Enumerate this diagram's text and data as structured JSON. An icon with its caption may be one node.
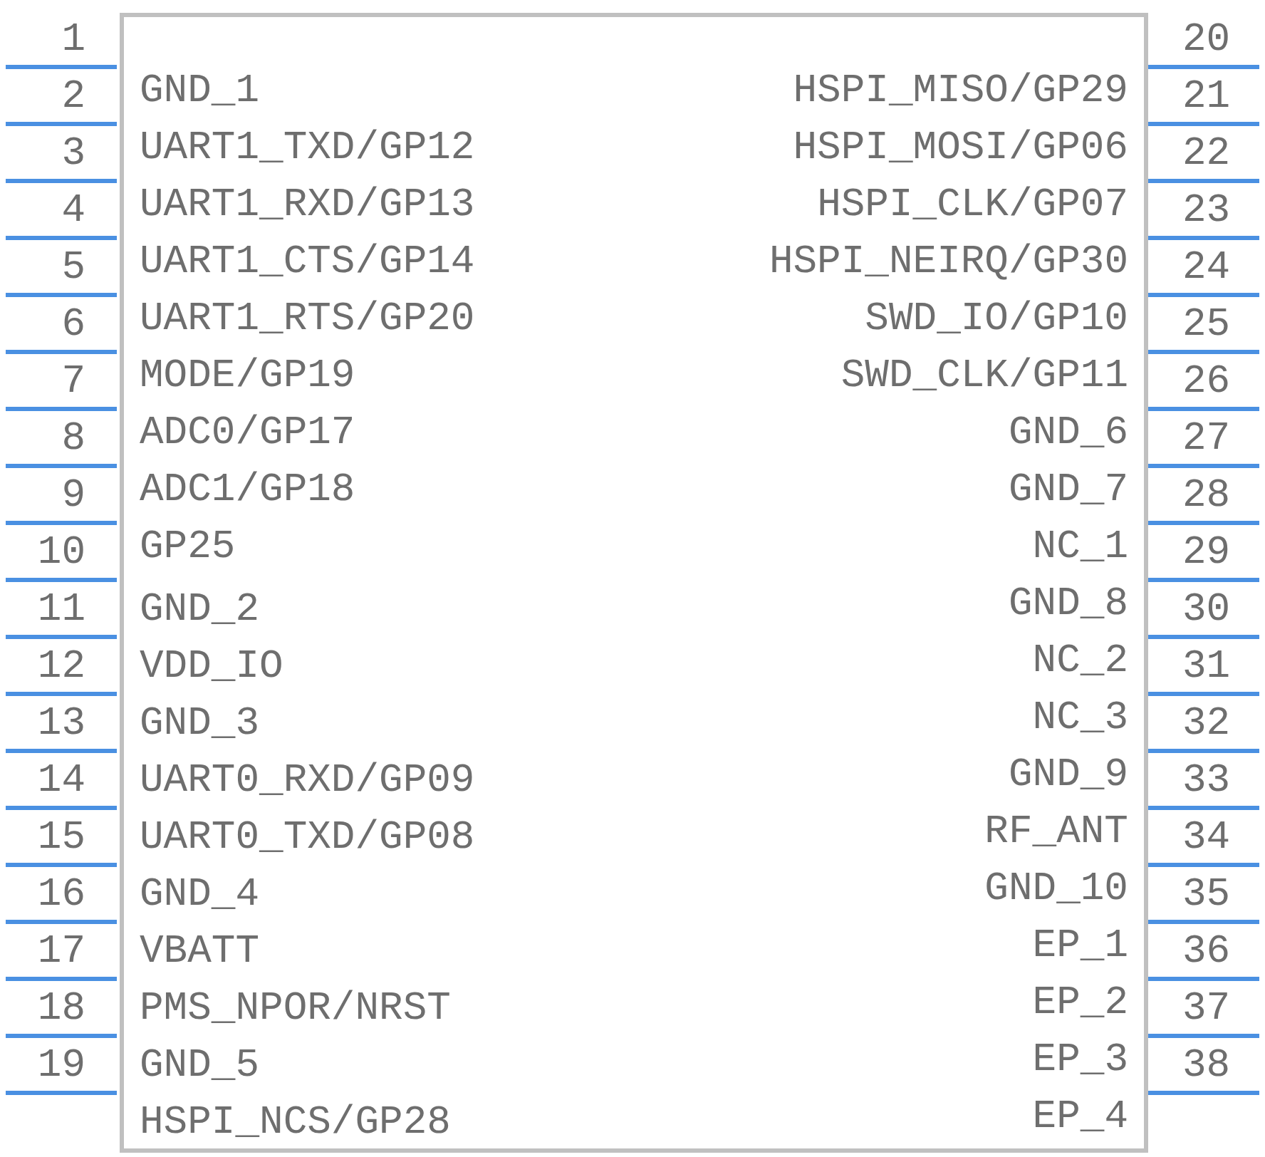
{
  "diagram": {
    "nodes": [
      {
        "text": [
          "GND_1",
          "UART1_TXD/GP12",
          "UART1_RXD/GP13",
          "UART1_CTS/GP14",
          "UART1_RTS/GP20",
          "MODE/GP19",
          "ADC0/GP17",
          "ADC1/GP18",
          "GP25",
          "GND_2",
          "VDD_IO",
          "GND_3",
          "UART0_RXD/GP09",
          "UART0_TXD/GP08",
          "GND_4",
          "VBATT",
          "PMS_NPOR/NRST",
          "GND_5",
          "HSPI_NCS/GP28",
          "HSPI_MISO/GP29",
          "HSPI_MOSI/GP06",
          "HSPI_CLK/GP07",
          "HSPI_NEIRQ/GP30",
          "SWD_IO/GP10",
          "SWD_CLK/GP11",
          "GND_6",
          "GND_7",
          "NC_1",
          "GND_8",
          "NC_2",
          "NC_3",
          "GND_9",
          "RF_ANT",
          "GND_10",
          "EP_1",
          "EP_2",
          "EP_3",
          "EP_4"
        ]
      }
    ],
    "edges": [],
    "labels": [
      "1",
      "2",
      "3",
      "4",
      "5",
      "6",
      "7",
      "8",
      "9",
      "10",
      "11",
      "12",
      "13",
      "14",
      "15",
      "16",
      "17",
      "18",
      "19",
      "20",
      "21",
      "22",
      "23",
      "24",
      "25",
      "26",
      "27",
      "28",
      "29",
      "30",
      "31",
      "32",
      "33",
      "34",
      "35",
      "36",
      "37",
      "38"
    ]
  }
}
